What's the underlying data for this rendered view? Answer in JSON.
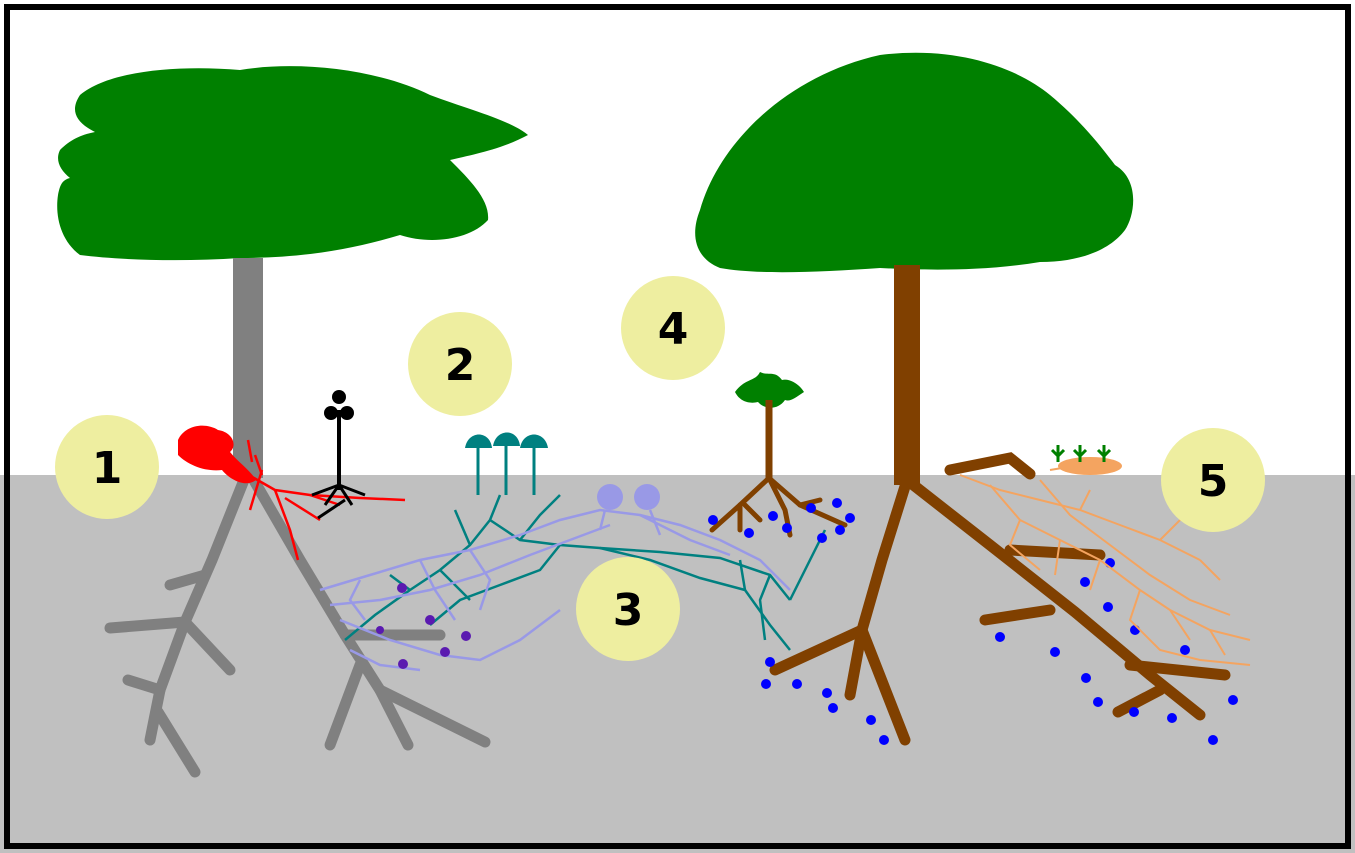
{
  "colors": {
    "soil": "#c0c0c0",
    "sky": "#ffffff",
    "frame": "#000000",
    "canopy": "#008000",
    "grey_tree": "#808080",
    "brown_tree": "#804000",
    "red_plant": "#ff0000",
    "teal_fungus": "#008080",
    "lavender_fungus": "#9999e6",
    "tan_roots": "#f4a460",
    "blue_dots": "#0000ff",
    "purple_dots": "#5a1ab0",
    "label_circle": "#eeeea0"
  },
  "markers": [
    {
      "id": "1",
      "text": "1"
    },
    {
      "id": "2",
      "text": "2"
    },
    {
      "id": "3",
      "text": "3"
    },
    {
      "id": "4",
      "text": "4"
    },
    {
      "id": "5",
      "text": "5"
    }
  ]
}
